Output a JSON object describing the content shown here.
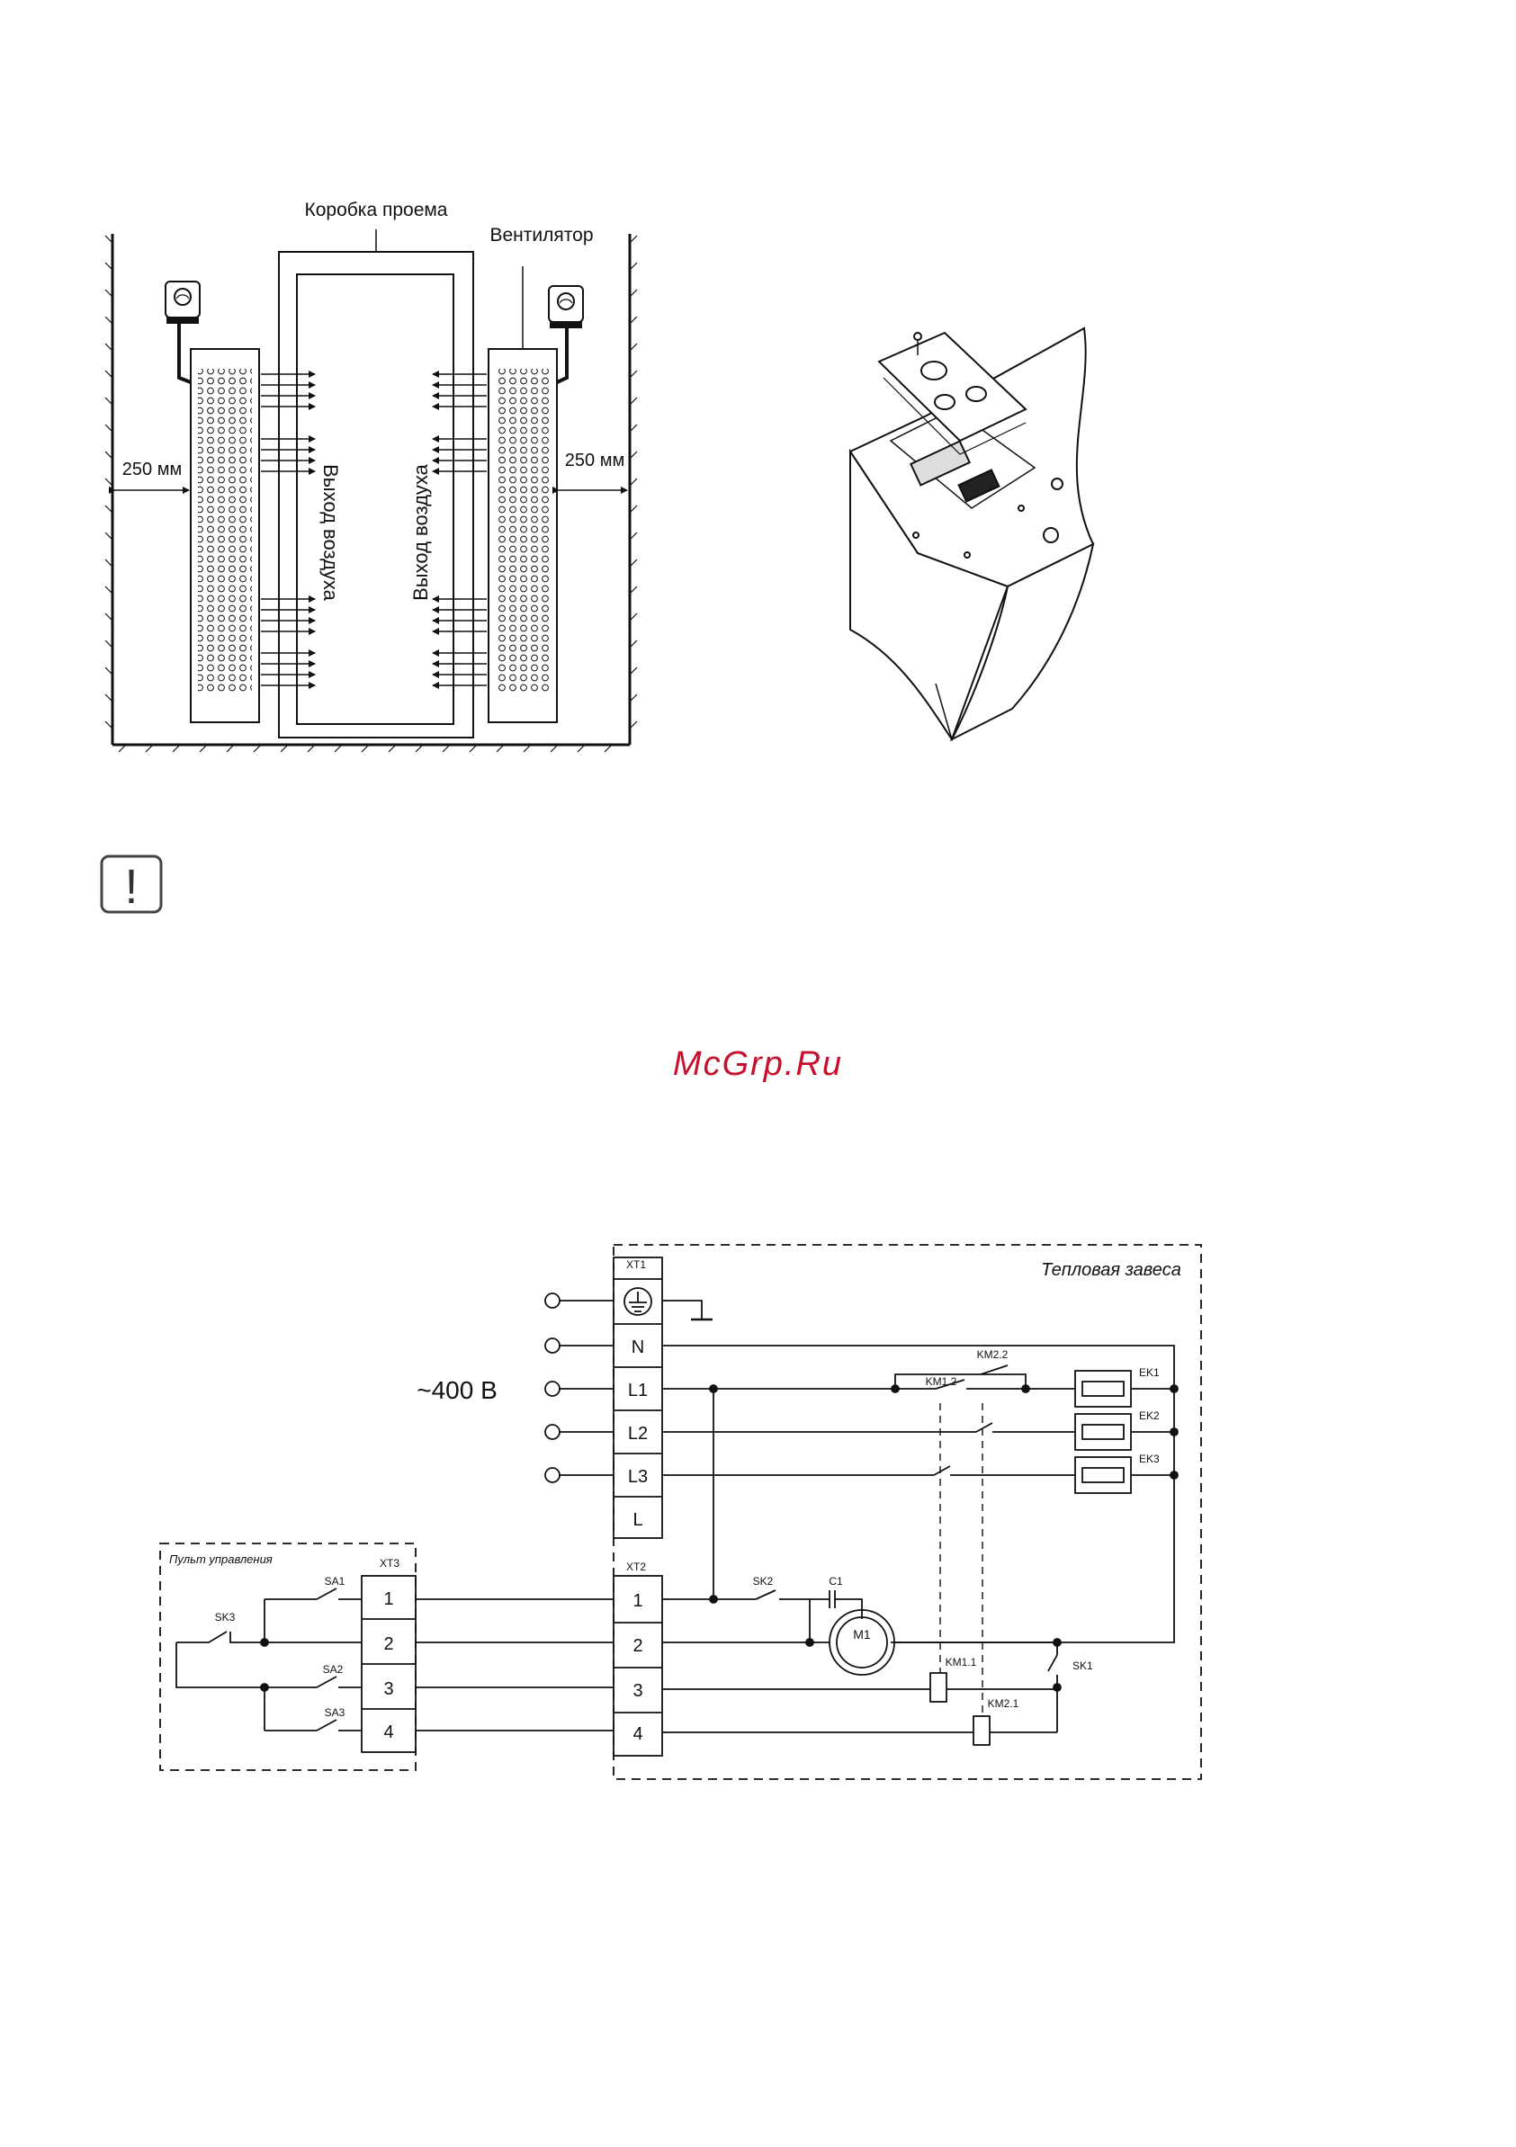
{
  "colors": {
    "ink": "#111111",
    "watermark": "#c8102e",
    "warning_border": "#444444"
  },
  "installation_diagram": {
    "door_frame_label": "Коробка проема",
    "fan_label": "Вентилятор",
    "left_clearance": "250 мм",
    "right_clearance": "250 мм",
    "left_air_label": "Выход воздуха",
    "right_air_label": "Выход воздуха"
  },
  "warning": {
    "icon": "exclamation-icon",
    "text": "!"
  },
  "watermark": "McGrp.Ru",
  "wiring": {
    "heat_curtain_label": "Тепловая завеса",
    "voltage_label": "~400 В",
    "xt1_label": "XT1",
    "xt1_terminals": [
      "N",
      "L1",
      "L2",
      "L3",
      "L"
    ],
    "xt2_label": "XT2",
    "xt2_terminals": [
      "1",
      "2",
      "3",
      "4"
    ],
    "xt3_label": "XT3",
    "xt3_terminals": [
      "1",
      "2",
      "3",
      "4"
    ],
    "control_panel_label": "Пульт управления",
    "components": {
      "km22": "KM2.2",
      "km12": "KM1.2",
      "ek1": "EK1",
      "ek2": "EK2",
      "ek3": "EK3",
      "sk2": "SK2",
      "c1": "C1",
      "m1": "M1",
      "km11": "KM1.1",
      "km21": "KM2.1",
      "sk1": "SK1",
      "sa1": "SA1",
      "sa2": "SA2",
      "sa3": "SA3",
      "sk3": "SK3"
    }
  }
}
